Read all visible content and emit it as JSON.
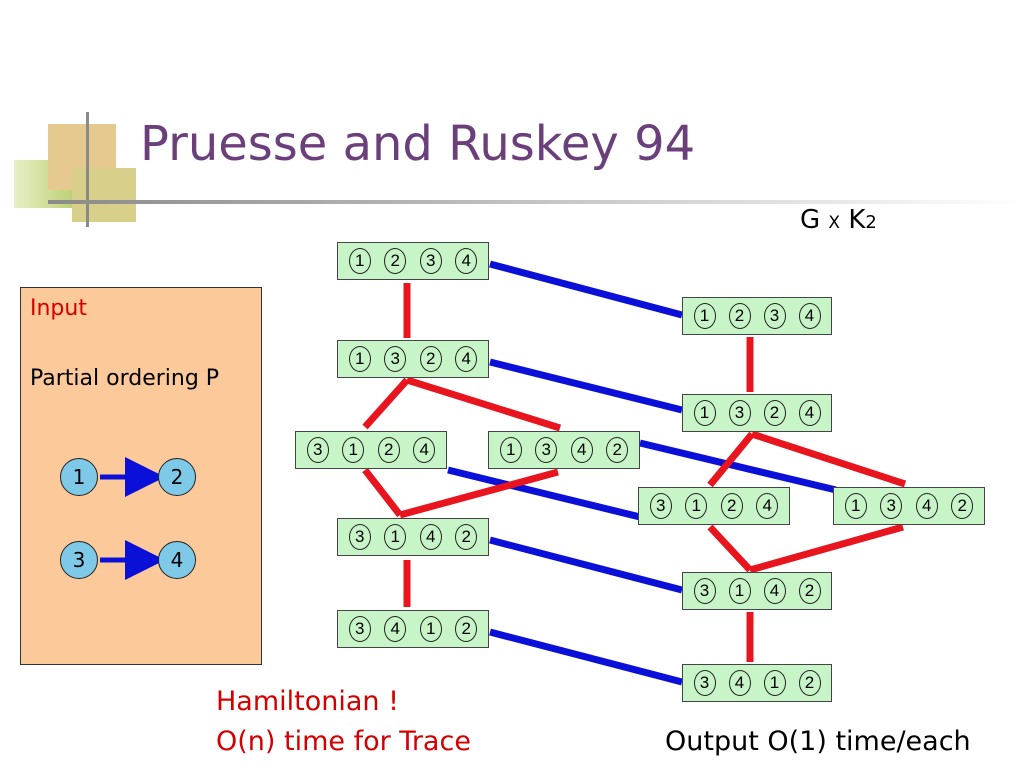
{
  "title": "Pruesse and Ruskey  94",
  "graph_label": {
    "g": "G",
    "x": "X",
    "k": "K",
    "sub": "2"
  },
  "input": {
    "label": "Input",
    "subtitle": "Partial ordering P",
    "nodes": [
      "1",
      "2",
      "3",
      "4"
    ]
  },
  "permutations": {
    "left": [
      [
        "1",
        "2",
        "3",
        "4"
      ],
      [
        "1",
        "3",
        "2",
        "4"
      ],
      [
        "3",
        "1",
        "2",
        "4"
      ],
      [
        "1",
        "3",
        "4",
        "2"
      ],
      [
        "3",
        "1",
        "4",
        "2"
      ],
      [
        "3",
        "4",
        "1",
        "2"
      ]
    ],
    "right": [
      [
        "1",
        "2",
        "3",
        "4"
      ],
      [
        "1",
        "3",
        "2",
        "4"
      ],
      [
        "3",
        "1",
        "2",
        "4"
      ],
      [
        "1",
        "3",
        "4",
        "2"
      ],
      [
        "3",
        "1",
        "4",
        "2"
      ],
      [
        "3",
        "4",
        "1",
        "2"
      ]
    ]
  },
  "notes": {
    "hamiltonian": "Hamiltonian !",
    "trace": "O(n) time  for Trace",
    "output": "Output O(1) time/each"
  },
  "colors": {
    "title": "#6b3f7a",
    "red_edge": "#e8141e",
    "blue_edge": "#0a10d8",
    "box": "#c8f5c8",
    "input_bg": "#fcc99a",
    "node": "#7ec8e8"
  }
}
